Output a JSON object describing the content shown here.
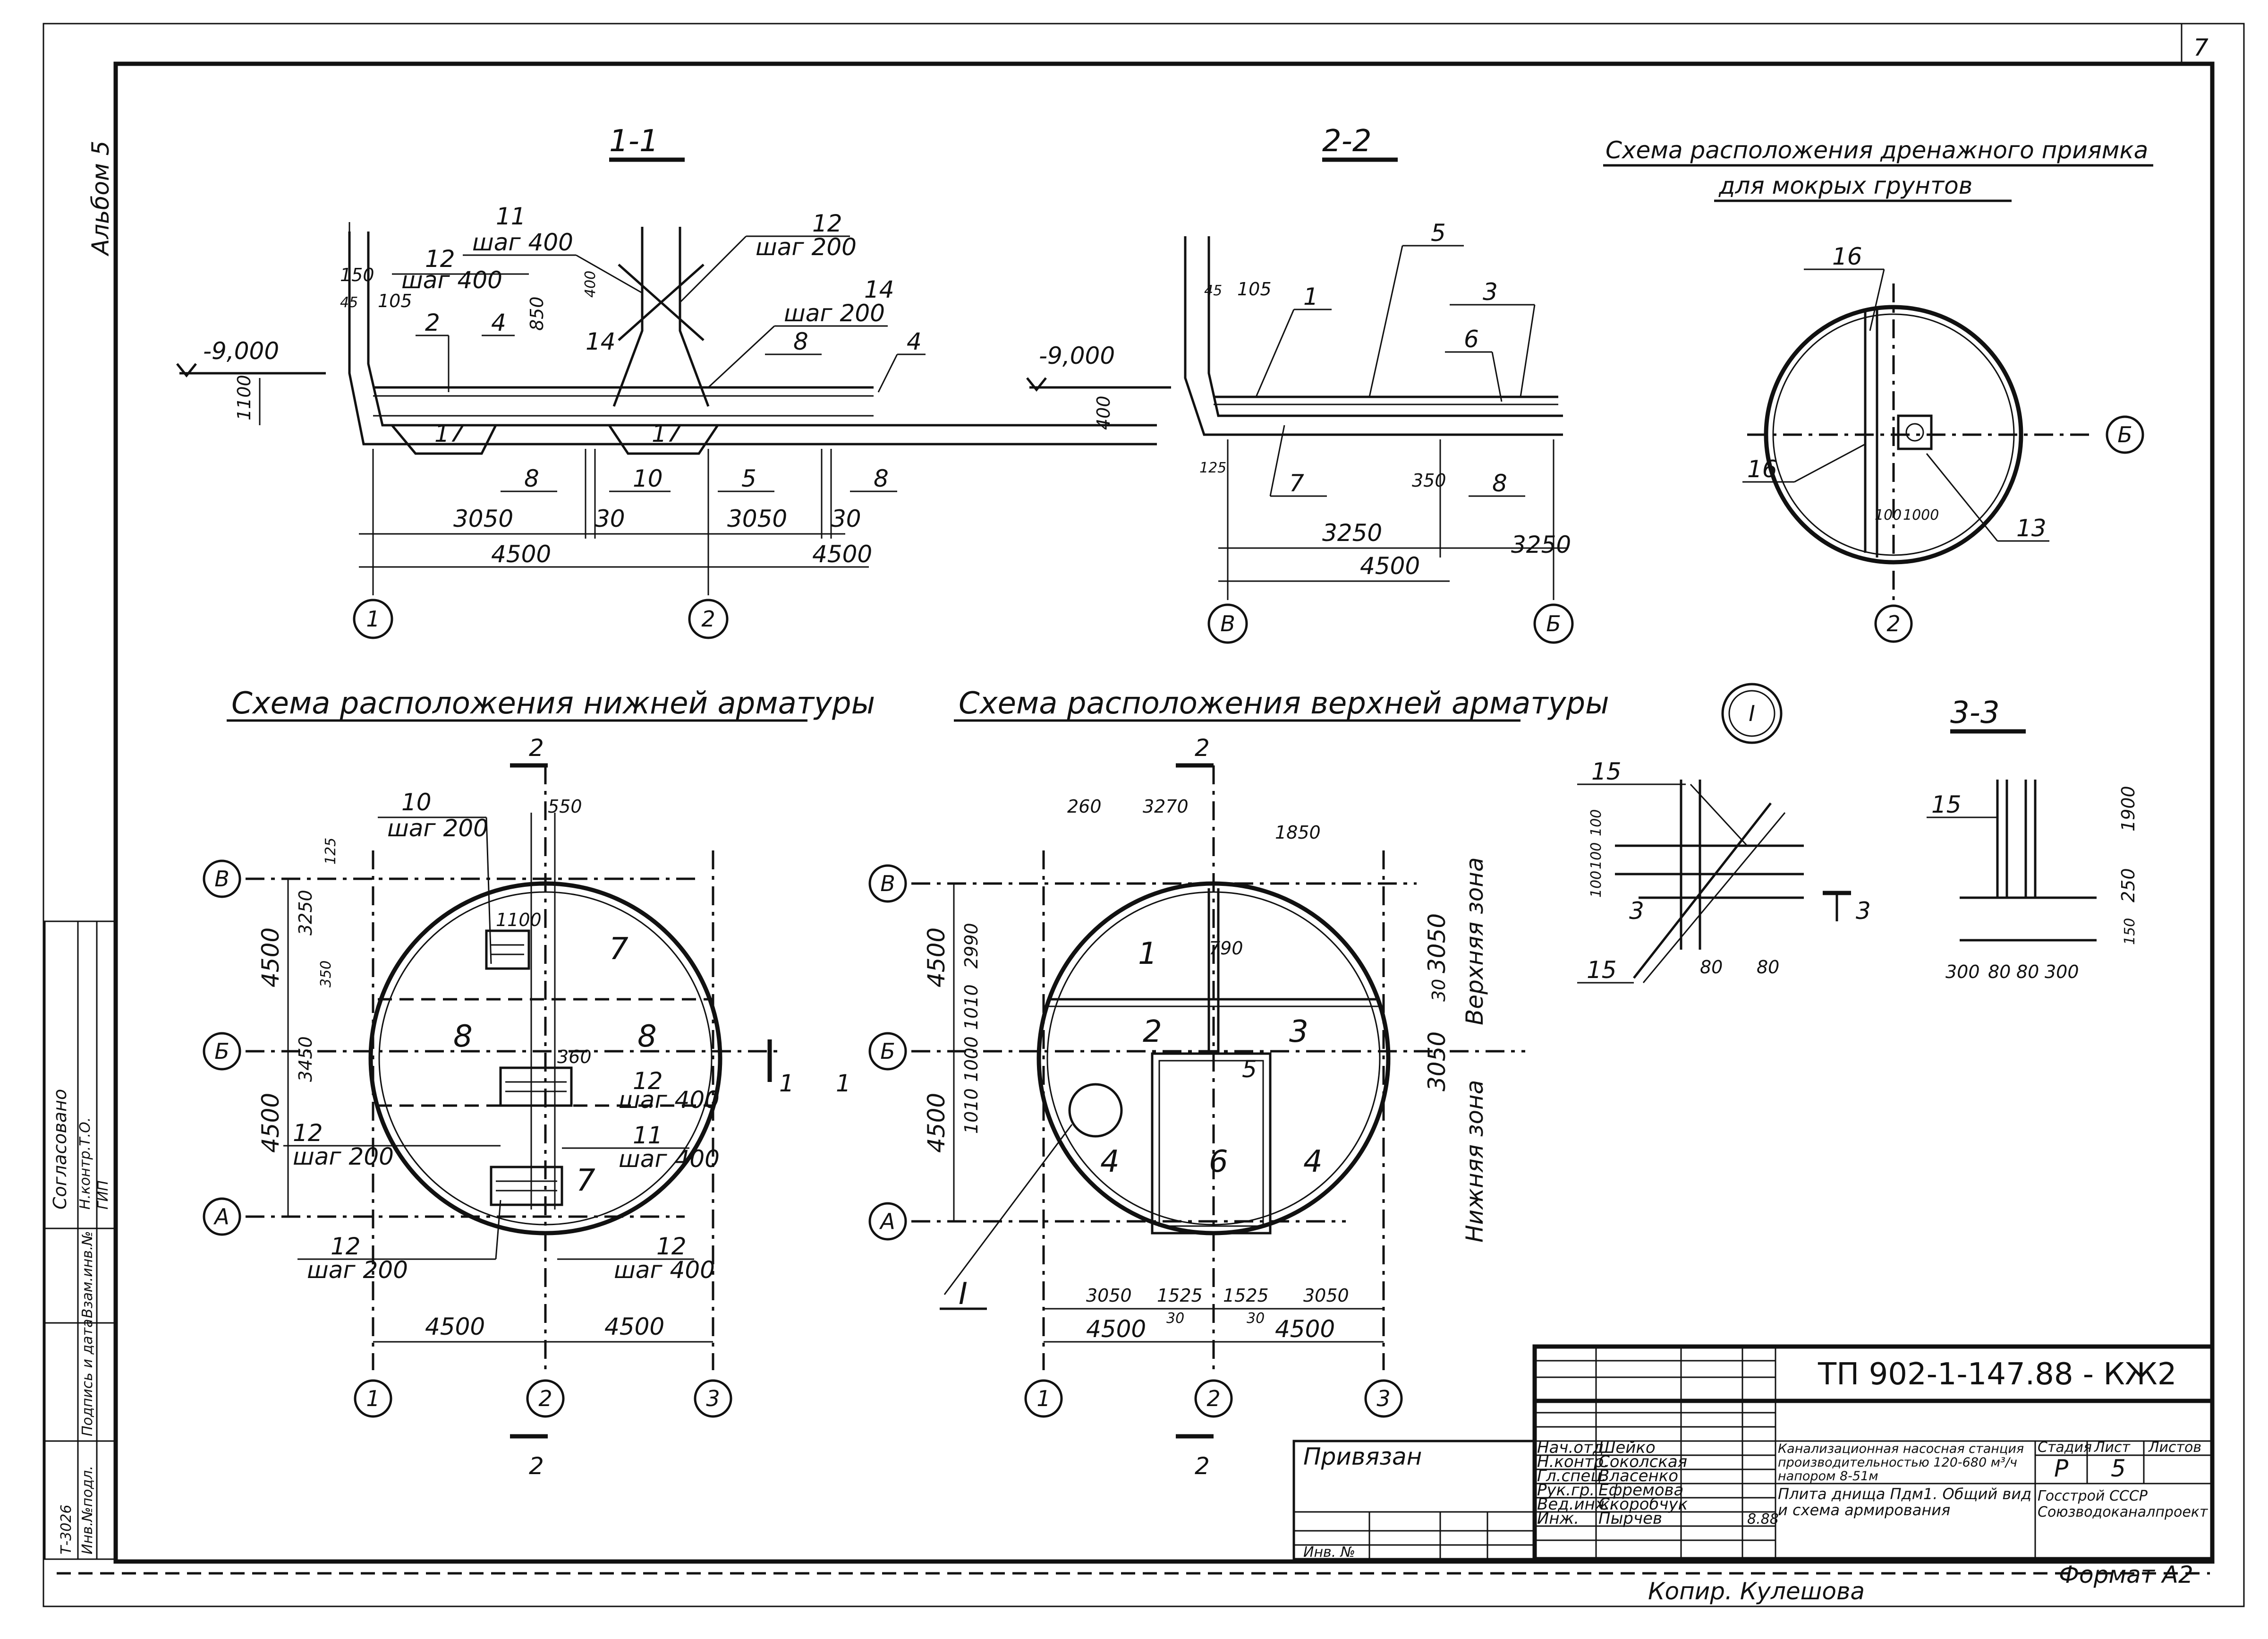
{
  "sheet_number": "7",
  "album": "Альбом 5",
  "sections": {
    "s11": {
      "title": "1-1",
      "level": "-9,000",
      "dims": [
        "150",
        "45",
        "105",
        "1100",
        "850",
        "400",
        "3050",
        "30",
        "3050",
        "30",
        "4500",
        "4500"
      ],
      "rebar": [
        {
          "pos": "11",
          "note": "шаг 400"
        },
        {
          "pos": "12",
          "note": "шаг 400"
        },
        {
          "pos": "12",
          "note": "шаг 200"
        },
        {
          "pos": "14",
          "note": "шаг 200"
        }
      ],
      "marks": [
        "2",
        "4",
        "14",
        "8",
        "4",
        "17",
        "17",
        "8",
        "10",
        "5",
        "8"
      ],
      "axes": [
        "1",
        "2"
      ]
    },
    "s22": {
      "title": "2-2",
      "level": "-9,000",
      "dims": [
        "45",
        "105",
        "400",
        "125",
        "350",
        "3250",
        "4500",
        "3250"
      ],
      "marks": [
        "1",
        "5",
        "3",
        "6",
        "7",
        "8"
      ],
      "axes": [
        "В",
        "Б"
      ]
    },
    "drain": {
      "title_line1": "Схема расположения дренажного приямка",
      "title_line2": "для мокрых грунтов",
      "marks": [
        "16",
        "16",
        "13"
      ],
      "dims": [
        "100",
        "1000"
      ],
      "axes": [
        "Б",
        "2"
      ]
    },
    "lower": {
      "title": "Схема расположения нижней арматуры",
      "section_marks": [
        "2",
        "2",
        "1"
      ],
      "dims": [
        "550",
        "125",
        "3250",
        "350",
        "1100",
        "360",
        "3450",
        "4500",
        "4500",
        "4500",
        "4500"
      ],
      "rebar": [
        {
          "pos": "10",
          "note": "шаг 200"
        },
        {
          "pos": "12",
          "note": "шаг 200"
        },
        {
          "pos": "11",
          "note": "шаг 400"
        },
        {
          "pos": "12",
          "note": "шаг 400"
        },
        {
          "pos": "12",
          "note": "шаг 200"
        },
        {
          "pos": "12",
          "note": "шаг 400"
        }
      ],
      "marks": [
        "7",
        "8",
        "8",
        "7"
      ],
      "axes_h": [
        "В",
        "Б",
        "А"
      ],
      "axes_v": [
        "1",
        "2",
        "3"
      ]
    },
    "upper": {
      "title": "Схема расположения верхней арматуры",
      "section_marks": [
        "2",
        "2",
        "1"
      ],
      "dims": [
        "260",
        "3270",
        "1850",
        "790",
        "4500",
        "2990",
        "1010",
        "1000",
        "1010",
        "4500",
        "3050",
        "30",
        "3050",
        "3050",
        "1525",
        "1525",
        "3050",
        "30",
        "30",
        "4500",
        "4500"
      ],
      "marks": [
        "1",
        "2",
        "3",
        "5",
        "4",
        "6",
        "4"
      ],
      "zones": [
        "Верхняя зона",
        "Нижняя зона"
      ],
      "node": "I",
      "axes_h": [
        "В",
        "Б",
        "А"
      ],
      "axes_v": [
        "1",
        "2",
        "3"
      ]
    },
    "node_I": {
      "title": "I",
      "marks": [
        "15",
        "15",
        "3",
        "3"
      ],
      "dims": [
        "100",
        "100",
        "100",
        "80",
        "80"
      ]
    },
    "s33": {
      "title": "3-3",
      "marks": [
        "15"
      ],
      "dims": [
        "1900",
        "250",
        "150",
        "300",
        "80",
        "80",
        "300"
      ]
    }
  },
  "left_strip": {
    "labels": [
      "Согласовано",
      "Н.контр.Т.О.",
      "ГИП",
      "Инв.№подл.",
      "Подпись и дата",
      "Взам.инв.№",
      "Т-3026"
    ]
  },
  "title_block": {
    "code": "ТП 902-1-147.88 - КЖ2",
    "project": "Канализационная насосная станция производительностью 120-680 м³/ч напором 8-51м",
    "sheet_name": "Плита днища Пдм1. Общий вид и схема армирования",
    "stage": "Р",
    "sheet": "5",
    "head_stage": "Стадия",
    "head_sheet": "Лист",
    "head_sheets": "Листов",
    "org": "Госстрой СССР Союзводоканалпроект",
    "privyazan": "Привязан",
    "inv": "Инв. №",
    "roles": [
      "Нач.отд.",
      "Н.контр.",
      "Гл.спец.",
      "Рук.гр.",
      "Вед.инж.",
      "Инж."
    ],
    "names": [
      "Шейко",
      "Соколская",
      "Власенко",
      "Ефремова",
      "Скоробчук",
      "Пырчев"
    ],
    "dates": [
      "",
      "",
      "",
      "",
      "",
      "8.88"
    ]
  },
  "footer": {
    "copier": "Копир. Кулешова",
    "format": "Формат А2"
  }
}
